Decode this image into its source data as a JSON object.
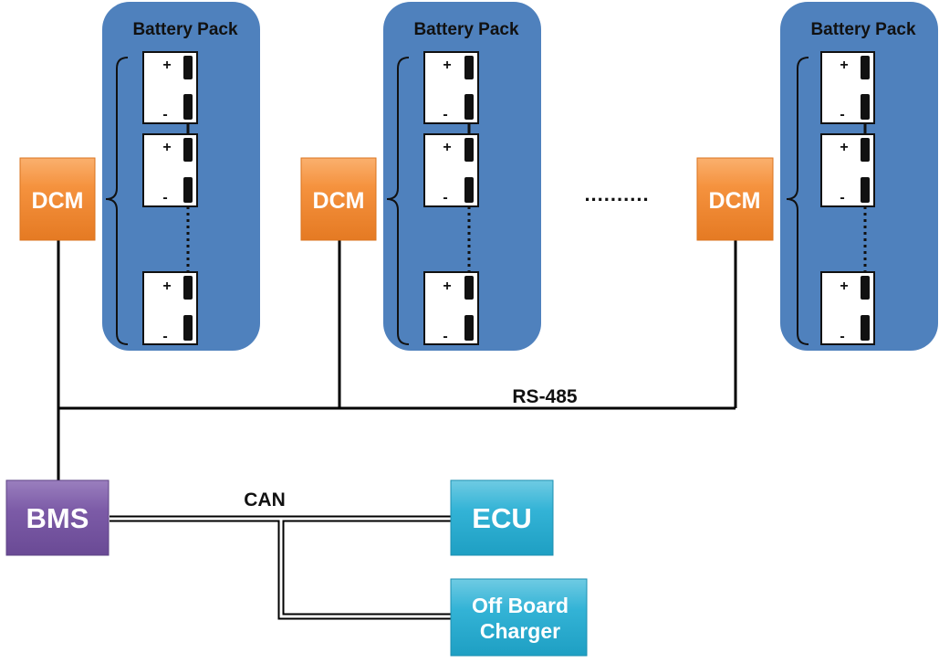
{
  "colors": {
    "pack_fill": "#4F81BD",
    "dcm_fill": "#F79646",
    "bms_fill": "#8064A2",
    "ecu_fill": "#4BACC6",
    "line": "#000000"
  },
  "packs": [
    {
      "title": "Battery Pack"
    },
    {
      "title": "Battery Pack"
    },
    {
      "title": "Battery Pack"
    }
  ],
  "cell_signs": {
    "plus": "+",
    "minus": "-"
  },
  "dcm_label": "DCM",
  "ellipsis": "..........",
  "rs485_label": "RS-485",
  "bms_label": "BMS",
  "can_label": "CAN",
  "ecu_label": "ECU",
  "charger_label_line1": "Off Board",
  "charger_label_line2": "Charger"
}
